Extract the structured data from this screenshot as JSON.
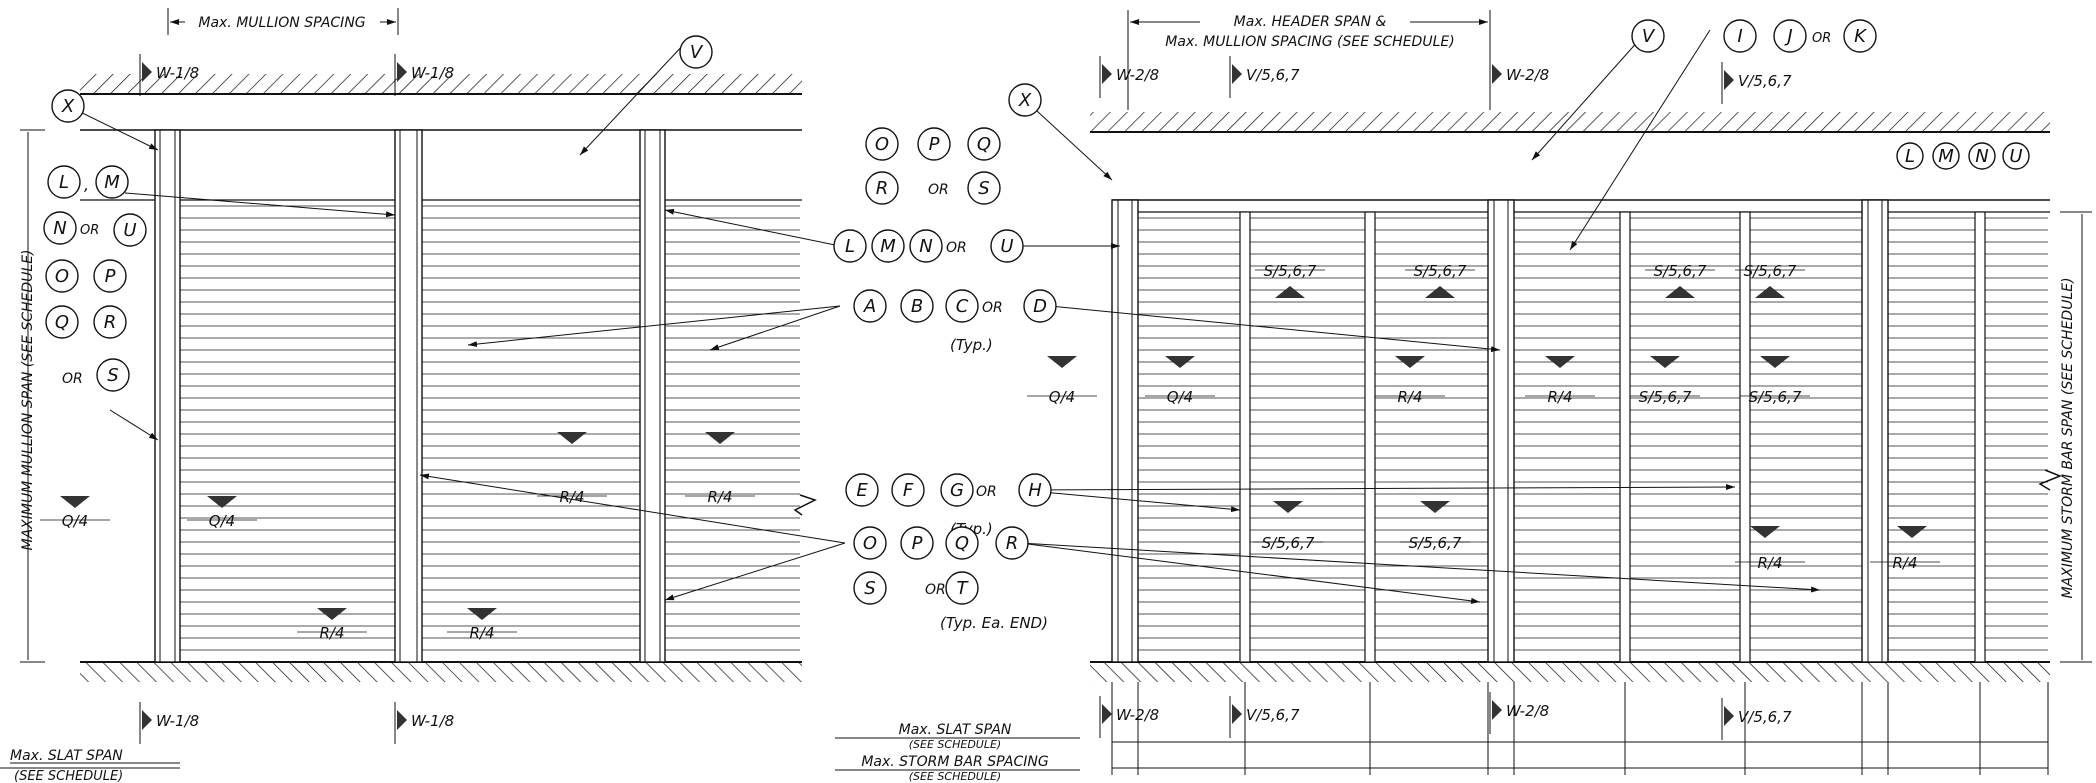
{
  "left_panel": {
    "top_dim_label": "Max. MULLION SPACING",
    "weld_top": [
      "W-1/8",
      "W-1/8"
    ],
    "weld_bottom": [
      "W-1/8",
      "W-1/8"
    ],
    "vertical_dim_label": "MAXIMUM MULLION SPAN (SEE SCHEDULE)",
    "slat_span_label": "Max. SLAT SPAN",
    "slat_span_sub": "(SEE SCHEDULE)",
    "anchors": [
      "Q/4",
      "Q/4",
      "R/4",
      "R/4",
      "R/4",
      "R/4"
    ]
  },
  "middle": {
    "slat_span_label": "Max. SLAT SPAN",
    "slat_span_sub": "(SEE SCHEDULE)",
    "storm_bar_label": "Max. STORM BAR SPACING",
    "storm_bar_sub": "(SEE SCHEDULE)",
    "typ": "(Typ.)",
    "typ_end": "(Typ. Ea. END)",
    "or": "OR"
  },
  "right_panel": {
    "top_dim_label_1": "Max. HEADER SPAN &",
    "top_dim_label_2": "Max. MULLION SPACING (SEE SCHEDULE)",
    "weld_top": [
      "W-2/8",
      "V/5,6,7",
      "W-2/8",
      "V/5,6,7"
    ],
    "weld_bottom": [
      "W-2/8",
      "V/5,6,7",
      "W-2/8",
      "V/5,6,7"
    ],
    "vertical_dim_label": "MAXIMUM STORM BAR SPAN (SEE SCHEDULE)",
    "anchors": [
      "S/5,6,7",
      "S/5,6,7",
      "S/5,6,7",
      "S/5,6,7",
      "Q/4",
      "Q/4",
      "R/4",
      "R/4",
      "S/5,6,7",
      "S/5,6,7",
      "S/5,6,7",
      "S/5,6,7",
      "R/4",
      "R/4"
    ]
  },
  "callout_letters": {
    "X": "X",
    "V": "V",
    "I": "I",
    "J": "J",
    "K": "K",
    "L": "L",
    "M": "M",
    "N": "N",
    "U": "U",
    "O": "O",
    "P": "P",
    "Q": "Q",
    "R": "R",
    "S": "S",
    "T": "T",
    "A": "A",
    "B": "B",
    "C": "C",
    "D": "D",
    "E": "E",
    "F": "F",
    "G": "G",
    "H": "H"
  }
}
